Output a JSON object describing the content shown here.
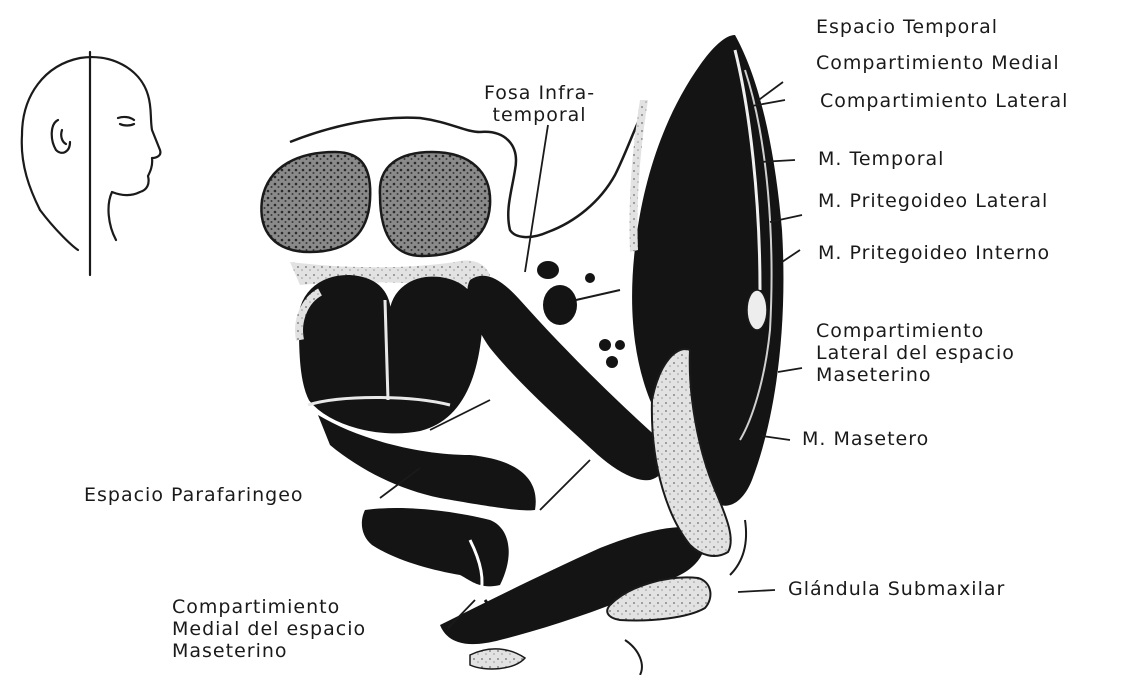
{
  "labels": {
    "fosa_infra_1": "Fosa Infra-",
    "fosa_infra_2": "temporal",
    "espacio_temporal": "Espacio Temporal",
    "comp_medial": "Compartimiento Medial",
    "comp_lateral": "Compartimiento Lateral",
    "m_temporal": "M. Temporal",
    "m_ptery_lat": "M. Pritegoideo Lateral",
    "m_ptery_int": "M. Pritegoideo Interno",
    "comp_lat_mas_1": "Compartimiento",
    "comp_lat_mas_2": "Lateral del espacio",
    "comp_lat_mas_3": "Maseterino",
    "m_masetero": "M. Masetero",
    "espacio_parafaringeo": "Espacio Parafaringeo",
    "comp_med_mas_1": "Compartimiento",
    "comp_med_mas_2": "Medial del espacio",
    "comp_med_mas_3": "Maseterino",
    "glandula": "Glándula Submaxilar"
  },
  "colors": {
    "ink": "#141414",
    "paper": "#ffffff",
    "stipple": "#6e6e6e"
  }
}
